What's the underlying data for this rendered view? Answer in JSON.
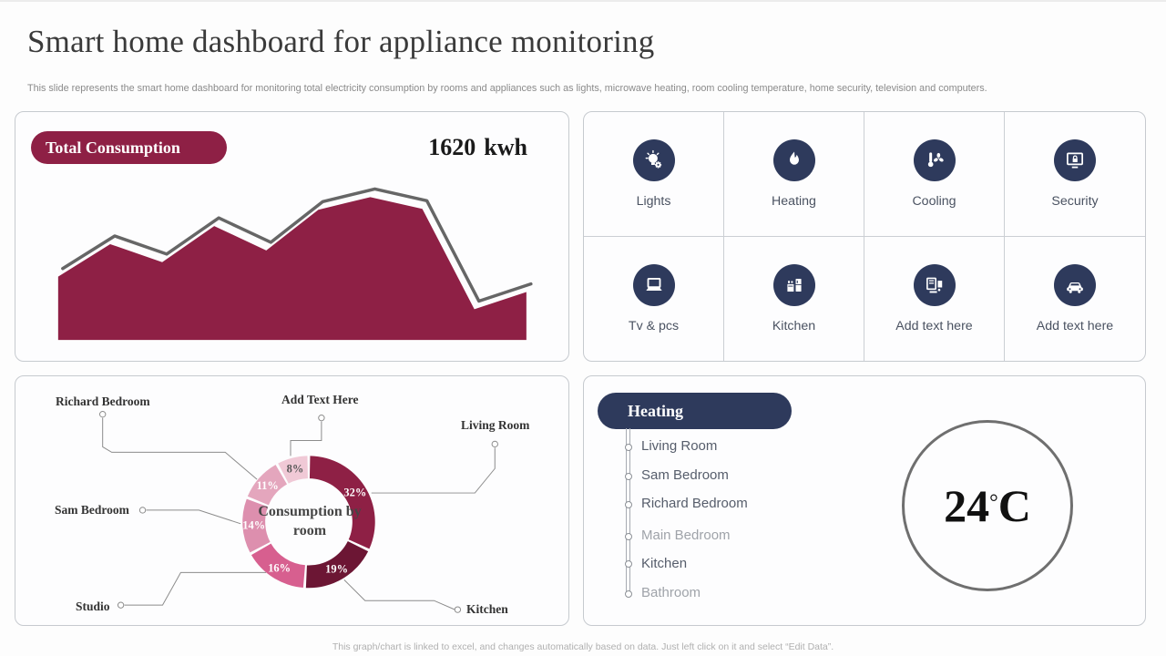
{
  "page": {
    "title": "Smart home dashboard for appliance monitoring",
    "subtitle": "This slide represents the smart home dashboard for monitoring total electricity consumption by rooms and appliances such as lights, microwave heating, room cooling temperature, home security, television and computers.",
    "footer": "This graph/chart is linked to excel, and changes automatically based on data. Just left click on it and select “Edit Data”."
  },
  "colors": {
    "accent_maroon": "#8E2045",
    "accent_navy": "#2E3A5C",
    "chart_line_gray": "#666666",
    "panel_border": "#C6CACF",
    "muted_text": "#9FA3A9"
  },
  "total_consumption": {
    "badge_label": "Total Consumption",
    "value": "1620",
    "unit": "kwh"
  },
  "appliances": {
    "items": [
      {
        "label": "Lights",
        "icon": "lightbulb-gear-icon"
      },
      {
        "label": "Heating",
        "icon": "flame-icon"
      },
      {
        "label": "Cooling",
        "icon": "thermometer-fan-icon"
      },
      {
        "label": "Security",
        "icon": "monitor-lock-icon"
      },
      {
        "label": "Tv & pcs",
        "icon": "laptop-icon"
      },
      {
        "label": "Kitchen",
        "icon": "kitchen-appliances-icon"
      },
      {
        "label": "Add text here",
        "icon": "desktop-printer-icon"
      },
      {
        "label": "Add text here",
        "icon": "car-icon"
      }
    ]
  },
  "heating_panel": {
    "badge_label": "Heating",
    "rooms": [
      {
        "label": "Living Room",
        "muted": false
      },
      {
        "label": "Sam Bedroom",
        "muted": false
      },
      {
        "label": "Richard Bedroom",
        "muted": false
      },
      {
        "label": "Main Bedroom",
        "muted": true
      },
      {
        "label": "Kitchen",
        "muted": false
      },
      {
        "label": "Bathroom",
        "muted": true
      }
    ],
    "temperature": "24",
    "degree_symbol": "°",
    "temperature_unit": "C"
  },
  "chart_data": [
    {
      "id": "total-consumption-area",
      "type": "area",
      "title": "Total Consumption",
      "total_label": "1620 kwh",
      "values": [
        70,
        106,
        86,
        126,
        99,
        144,
        158,
        145,
        34,
        53
      ],
      "units": "relative height, no axes or tick labels shown",
      "axes_visible": false,
      "fill_color": "#8E2045",
      "line_color": "#666666"
    },
    {
      "id": "consumption-by-room-donut",
      "type": "pie",
      "donut": true,
      "center_label": "Consumption by room",
      "start_angle_deg": 0,
      "direction": "clockwise",
      "legend_position": "callout-labels",
      "slices": [
        {
          "label": "Living Room",
          "pct": 32,
          "color": "#8E2045",
          "pct_text_color": "#FFFFFF"
        },
        {
          "label": "Kitchen",
          "pct": 19,
          "color": "#6C1634",
          "pct_text_color": "#FFFFFF"
        },
        {
          "label": "Studio",
          "pct": 16,
          "color": "#D75F8F",
          "pct_text_color": "#FFFFFF"
        },
        {
          "label": "Sam Bedroom",
          "pct": 14,
          "color": "#DD8FAE",
          "pct_text_color": "#FFFFFF"
        },
        {
          "label": "Richard Bedroom",
          "pct": 11,
          "color": "#E4A6BD",
          "pct_text_color": "#FFFFFF"
        },
        {
          "label": "Add Text Here",
          "pct": 8,
          "color": "#F0C9D6",
          "pct_text_color": "#595959"
        }
      ]
    }
  ]
}
